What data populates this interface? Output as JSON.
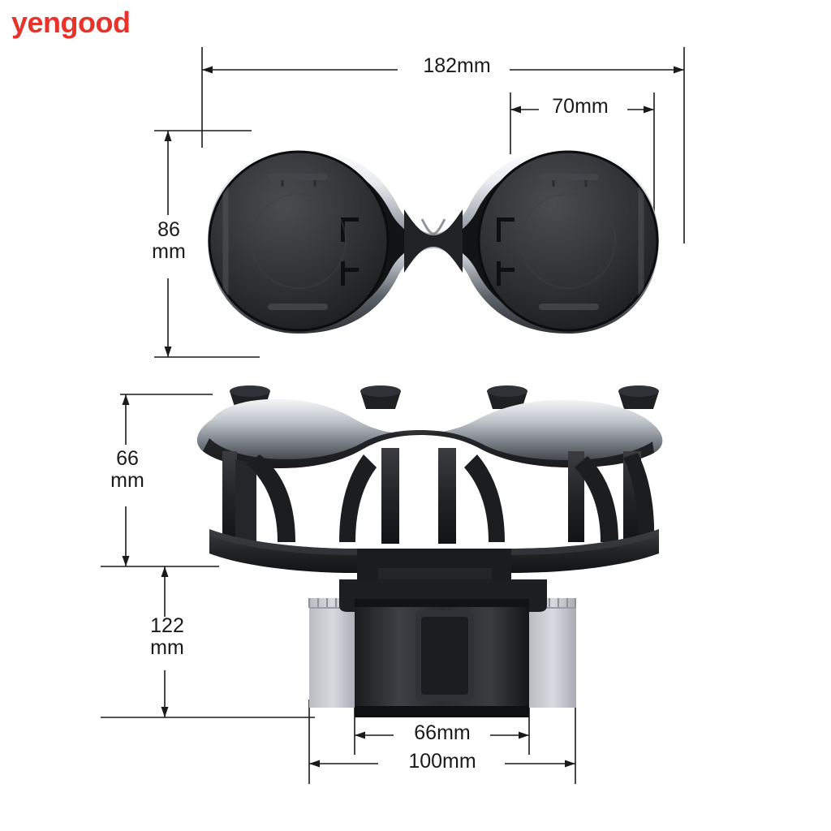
{
  "watermark": {
    "text": "yengood"
  },
  "product": {
    "description": "Technical dimension drawing of a dual cup holder car accessory, shown in top view and side view"
  },
  "dimensions": {
    "top_view": [
      {
        "id": "overall-width",
        "label": "182mm",
        "orientation": "horizontal",
        "view": "top"
      },
      {
        "id": "cup-opening-width",
        "label": "70mm",
        "orientation": "horizontal",
        "view": "top"
      },
      {
        "id": "overall-depth",
        "label": "86\nmm",
        "orientation": "vertical",
        "view": "top"
      }
    ],
    "side_view": [
      {
        "id": "holder-height",
        "label": "66\nmm",
        "orientation": "vertical",
        "view": "side"
      },
      {
        "id": "total-height",
        "label": "122\nmm",
        "orientation": "vertical",
        "view": "side"
      },
      {
        "id": "base-inner-width",
        "label": "66mm",
        "orientation": "horizontal",
        "view": "side"
      },
      {
        "id": "base-outer-width",
        "label": "100mm",
        "orientation": "horizontal",
        "view": "side"
      }
    ]
  },
  "colors": {
    "watermark": "#e8322a",
    "dimension_line": "#1a1a1a",
    "text": "#1a1a1a",
    "product_dark": "#2a2a2c",
    "product_body": "#141416",
    "product_chrome": "#d8dade",
    "background": "#ffffff"
  }
}
